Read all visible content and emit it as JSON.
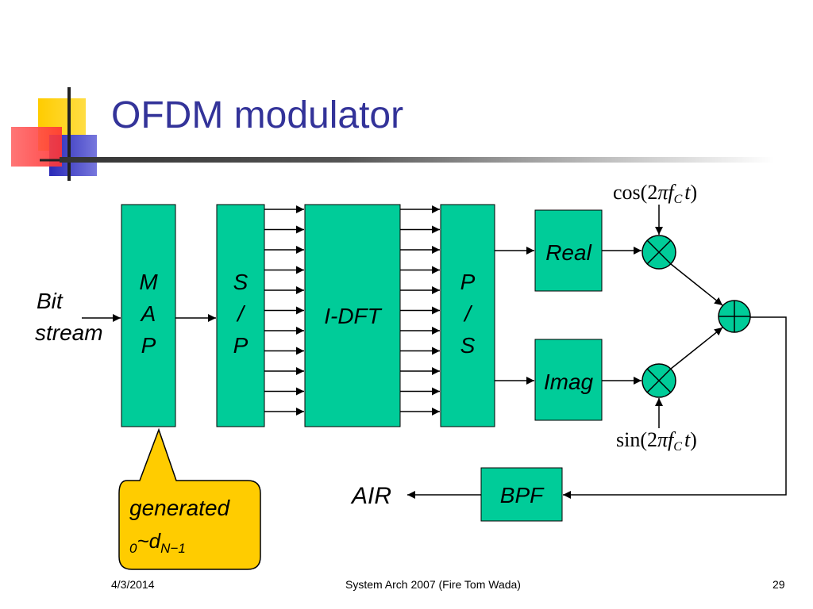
{
  "slide": {
    "title": "OFDM modulator",
    "footer": {
      "date": "4/3/2014",
      "center": "System Arch 2007  (Fire Tom Wada)",
      "page": "29"
    }
  },
  "diagram": {
    "input_label": {
      "line1": "Bit",
      "line2": "stream"
    },
    "blocks": {
      "map": [
        "M",
        "A",
        "P"
      ],
      "sp": [
        "S",
        "/",
        "P"
      ],
      "idft": "I-DFT",
      "ps": [
        "P",
        "/",
        "S"
      ],
      "real": "Real",
      "imag": "Imag",
      "bpf": "BPF"
    },
    "carriers": {
      "cos": {
        "pre": "cos(2",
        "pi": "π",
        "f": "f",
        "sub": "C",
        "t": "t",
        "post": ")"
      },
      "sin": {
        "pre": "sin(2",
        "pi": "π",
        "f": "f",
        "sub": "C",
        "t": "t",
        "post": ")"
      }
    },
    "output_label": "AIR",
    "callout": {
      "line1": "generated",
      "sub0": "0",
      "tilde": "~d",
      "subN": "N−1"
    },
    "colors": {
      "block_fill": "#00cc99",
      "callout_fill": "#ffcc00",
      "title": "#333399",
      "accent_yellow": "#ffcc00",
      "accent_red": "#ff3333",
      "accent_blue": "#3333cc"
    }
  }
}
